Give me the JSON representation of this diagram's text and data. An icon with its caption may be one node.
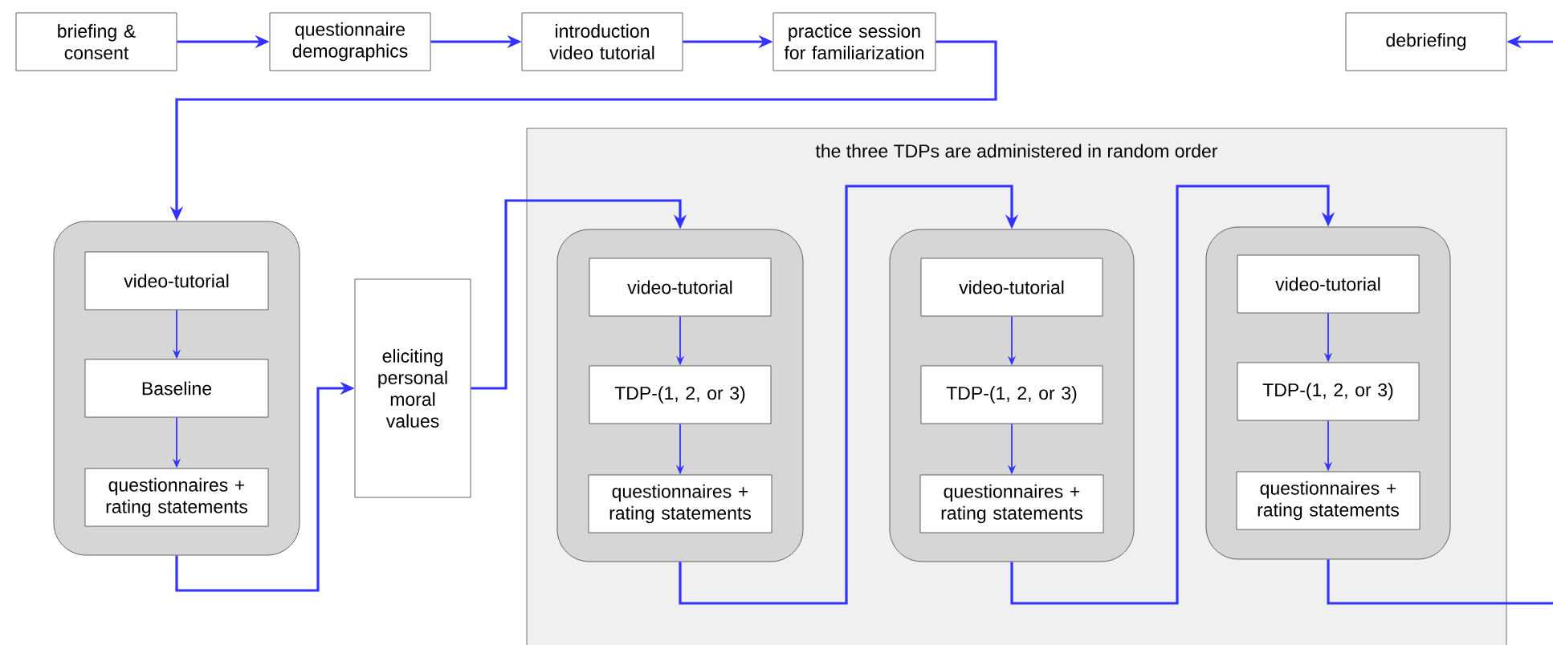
{
  "diagram": {
    "nodes": [
      {
        "text": [
          "briefing & consent"
        ]
      },
      {
        "text": [
          "questionnaire demographics"
        ]
      },
      {
        "text": [
          "introduction video tutorial"
        ]
      },
      {
        "text": [
          "practice session for familiarization"
        ]
      },
      {
        "text": [
          "debriefing"
        ]
      },
      {
        "text": [],
        "shape": "box"
      },
      {
        "text": [
          "video-tutorial"
        ],
        "in": 5
      },
      {
        "text": [
          "Baseline"
        ],
        "in": 5
      },
      {
        "text": [
          "questionnaires + rating statements"
        ],
        "in": 5
      },
      {
        "text": [
          "eliciting personal moral values"
        ]
      },
      {
        "text": [
          "the three TDPs are administered in random order"
        ]
      },
      {
        "text": [],
        "shape": "box",
        "in": 10
      },
      {
        "text": [
          "video-tutorial"
        ],
        "in": 11
      },
      {
        "text": [
          "TDP-(1, 2, or 3)"
        ],
        "in": 11
      },
      {
        "text": [
          "questionnaires + rating statements"
        ],
        "in": 11
      },
      {
        "text": [],
        "shape": "box",
        "in": 10
      },
      {
        "text": [
          "video-tutorial"
        ],
        "in": 15
      },
      {
        "text": [
          "TDP-(1, 2, or 3)"
        ],
        "in": 15
      },
      {
        "text": [
          "questionnaires + rating statements"
        ],
        "in": 15
      },
      {
        "text": [],
        "shape": "box",
        "in": 10
      },
      {
        "text": [
          "video-tutorial"
        ],
        "in": 19
      },
      {
        "text": [
          "TDP-(1, 2, or 3)"
        ],
        "in": 19
      },
      {
        "text": [
          "questionnaires + rating statements"
        ],
        "in": 19
      }
    ],
    "edges": [
      {
        "from": 0,
        "to": 1,
        "arrow": "to"
      },
      {
        "from": 1,
        "to": 2,
        "arrow": "to"
      },
      {
        "from": 2,
        "to": 3,
        "arrow": "to"
      },
      {
        "from": 3,
        "to": 5,
        "arrow": "to"
      },
      {
        "from": 6,
        "to": 7,
        "arrow": "to"
      },
      {
        "from": 7,
        "to": 8,
        "arrow": "to"
      },
      {
        "from": 5,
        "to": 9,
        "arrow": "to"
      },
      {
        "from": 9,
        "to": 11,
        "arrow": "to"
      },
      {
        "from": 12,
        "to": 13,
        "arrow": "to"
      },
      {
        "from": 13,
        "to": 14,
        "arrow": "to"
      },
      {
        "from": 11,
        "to": 15,
        "arrow": "to"
      },
      {
        "from": 16,
        "to": 17,
        "arrow": "to"
      },
      {
        "from": 17,
        "to": 18,
        "arrow": "to"
      },
      {
        "from": 15,
        "to": 19,
        "arrow": "to"
      },
      {
        "from": 20,
        "to": 21,
        "arrow": "to"
      },
      {
        "from": 21,
        "to": 22,
        "arrow": "to"
      },
      {
        "from": 19,
        "to": null,
        "arrow": "none"
      },
      {
        "from": null,
        "to": 4,
        "arrow": "to"
      }
    ]
  }
}
